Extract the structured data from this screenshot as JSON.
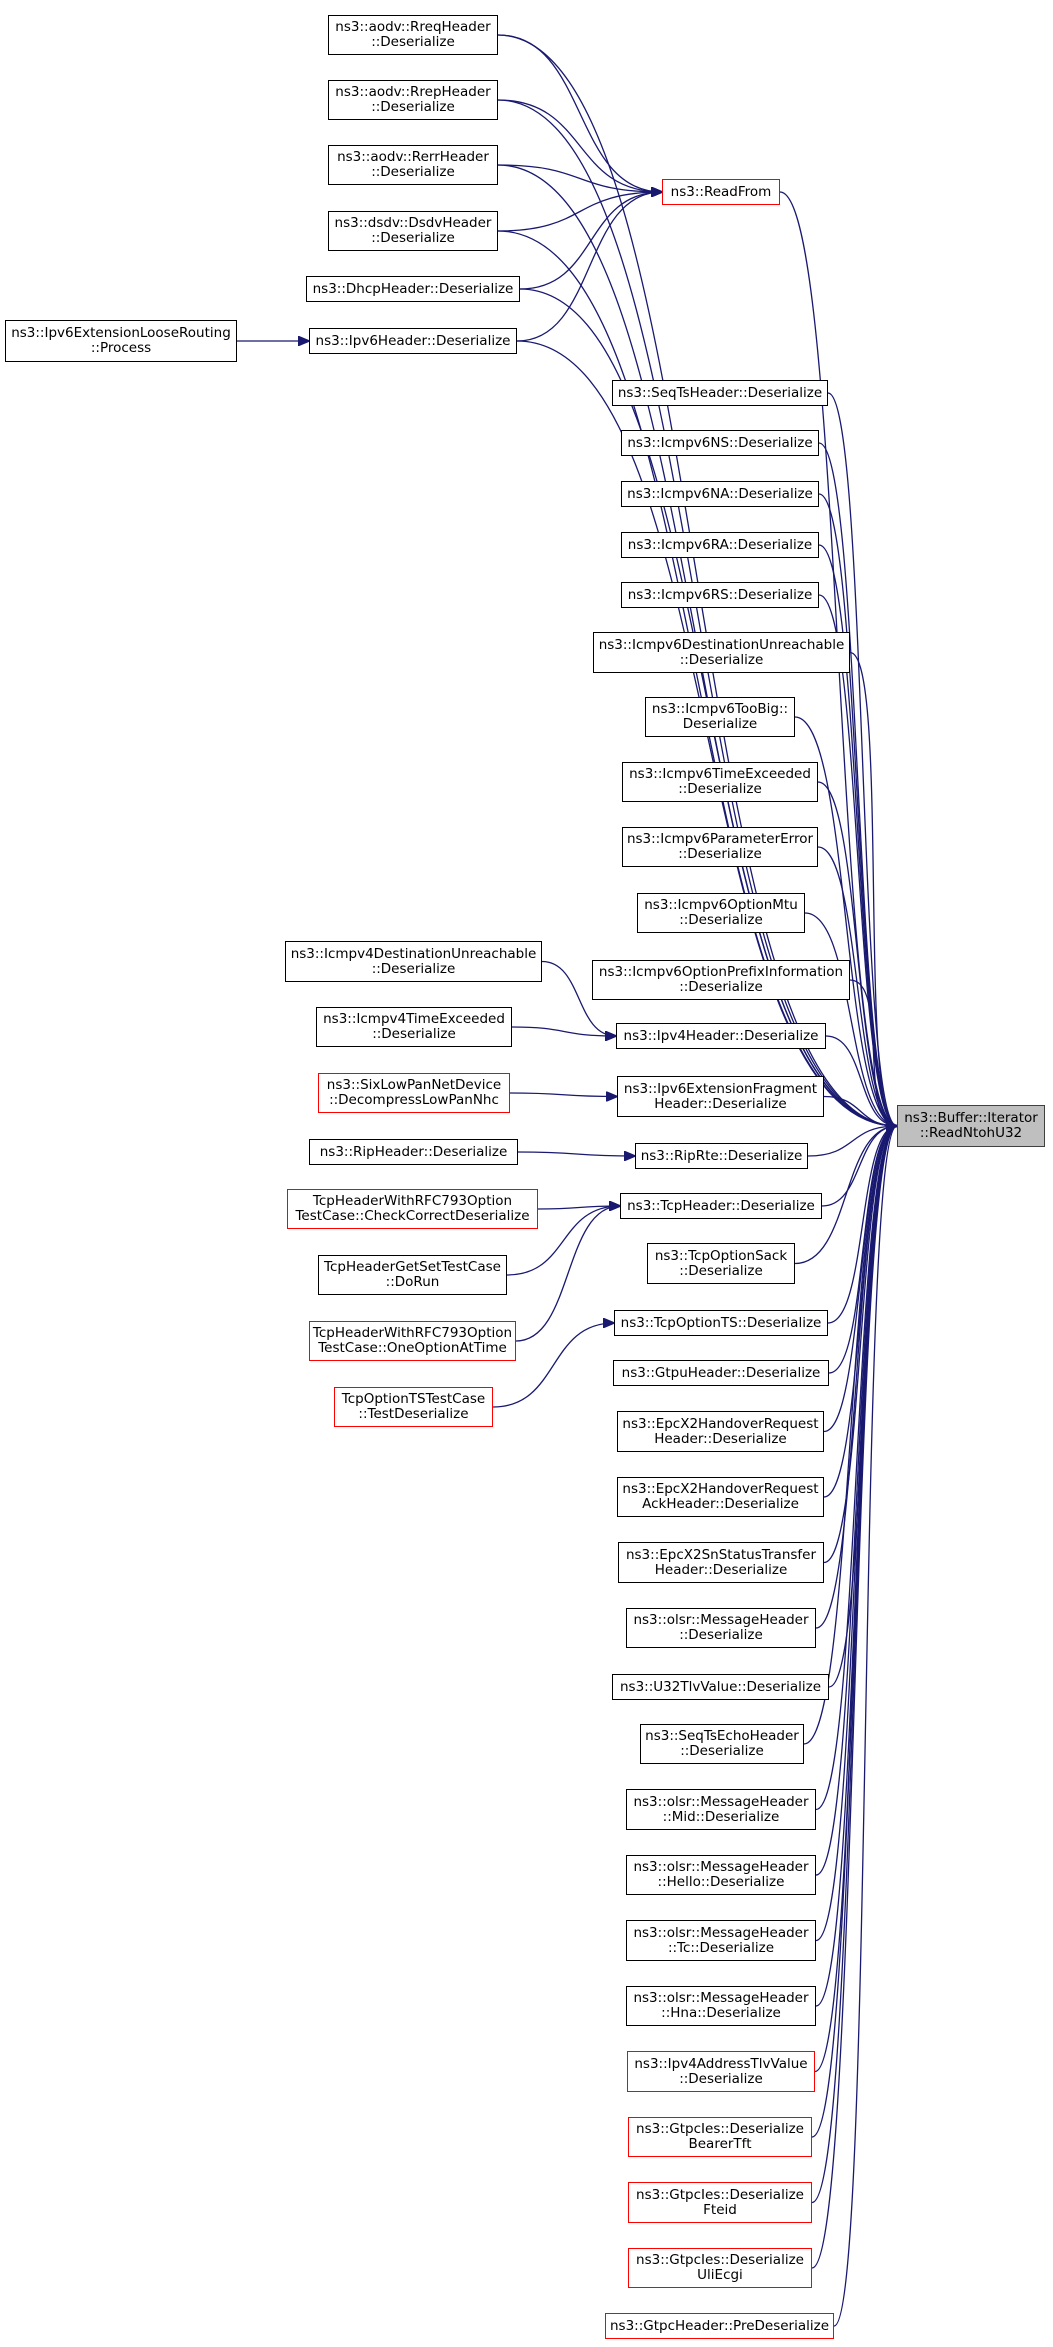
{
  "colors": {
    "edge": "#191970",
    "node_border": "#000000",
    "node_border_incomplete": "#ff0000",
    "target_fill": "#bfbfbf",
    "target_border": "#404040"
  },
  "target": {
    "id": "readntohu32",
    "label": "ns3::Buffer::Iterator\n::ReadNtohU32"
  },
  "nodes": [
    {
      "id": "aodv-rreq",
      "label": "ns3::aodv::RreqHeader\n::Deserialize",
      "incomplete": false
    },
    {
      "id": "aodv-rrep",
      "label": "ns3::aodv::RrepHeader\n::Deserialize",
      "incomplete": false
    },
    {
      "id": "aodv-rerr",
      "label": "ns3::aodv::RerrHeader\n::Deserialize",
      "incomplete": false
    },
    {
      "id": "readfrom",
      "label": "ns3::ReadFrom",
      "incomplete": true
    },
    {
      "id": "dsdv",
      "label": "ns3::dsdv::DsdvHeader\n::Deserialize",
      "incomplete": false
    },
    {
      "id": "dhcp",
      "label": "ns3::DhcpHeader::Deserialize",
      "incomplete": false
    },
    {
      "id": "ipv6-ext-loose",
      "label": "ns3::Ipv6ExtensionLooseRouting\n::Process",
      "incomplete": false
    },
    {
      "id": "ipv6-header",
      "label": "ns3::Ipv6Header::Deserialize",
      "incomplete": false
    },
    {
      "id": "seqts",
      "label": "ns3::SeqTsHeader::Deserialize",
      "incomplete": false
    },
    {
      "id": "icmpv6ns",
      "label": "ns3::Icmpv6NS::Deserialize",
      "incomplete": false
    },
    {
      "id": "icmpv6na",
      "label": "ns3::Icmpv6NA::Deserialize",
      "incomplete": false
    },
    {
      "id": "icmpv6ra",
      "label": "ns3::Icmpv6RA::Deserialize",
      "incomplete": false
    },
    {
      "id": "icmpv6rs",
      "label": "ns3::Icmpv6RS::Deserialize",
      "incomplete": false
    },
    {
      "id": "icmpv6-dest-unreach",
      "label": "ns3::Icmpv6DestinationUnreachable\n::Deserialize",
      "incomplete": false
    },
    {
      "id": "icmpv6-toobig",
      "label": "ns3::Icmpv6TooBig::\nDeserialize",
      "incomplete": false
    },
    {
      "id": "icmpv6-time-exceeded",
      "label": "ns3::Icmpv6TimeExceeded\n::Deserialize",
      "incomplete": false
    },
    {
      "id": "icmpv6-param-error",
      "label": "ns3::Icmpv6ParameterError\n::Deserialize",
      "incomplete": false
    },
    {
      "id": "icmpv6-option-mtu",
      "label": "ns3::Icmpv6OptionMtu\n::Deserialize",
      "incomplete": false
    },
    {
      "id": "icmpv4-dest-unreach",
      "label": "ns3::Icmpv4DestinationUnreachable\n::Deserialize",
      "incomplete": false
    },
    {
      "id": "icmpv6-option-prefix",
      "label": "ns3::Icmpv6OptionPrefixInformation\n::Deserialize",
      "incomplete": false
    },
    {
      "id": "icmpv4-time-exceeded",
      "label": "ns3::Icmpv4TimeExceeded\n::Deserialize",
      "incomplete": false
    },
    {
      "id": "ipv4-header",
      "label": "ns3::Ipv4Header::Deserialize",
      "incomplete": false
    },
    {
      "id": "sixlowpan",
      "label": "ns3::SixLowPanNetDevice\n::DecompressLowPanNhc",
      "incomplete": true
    },
    {
      "id": "ipv6-ext-frag",
      "label": "ns3::Ipv6ExtensionFragment\nHeader::Deserialize",
      "incomplete": false
    },
    {
      "id": "rip-header",
      "label": "ns3::RipHeader::Deserialize",
      "incomplete": false
    },
    {
      "id": "rip-rte",
      "label": "ns3::RipRte::Deserialize",
      "incomplete": false
    },
    {
      "id": "tcp-rfc793-check",
      "label": "TcpHeaderWithRFC793Option\nTestCase::CheckCorrectDeserialize",
      "incomplete": true
    },
    {
      "id": "tcp-header",
      "label": "ns3::TcpHeader::Deserialize",
      "incomplete": false
    },
    {
      "id": "tcp-getset",
      "label": "TcpHeaderGetSetTestCase\n::DoRun",
      "incomplete": false
    },
    {
      "id": "tcp-option-sack",
      "label": "ns3::TcpOptionSack\n::Deserialize",
      "incomplete": false
    },
    {
      "id": "tcp-rfc793-one",
      "label": "TcpHeaderWithRFC793Option\nTestCase::OneOptionAtTime",
      "incomplete": true
    },
    {
      "id": "tcp-option-ts",
      "label": "ns3::TcpOptionTS::Deserialize",
      "incomplete": false
    },
    {
      "id": "tcp-option-ts-test",
      "label": "TcpOptionTSTestCase\n::TestDeserialize",
      "incomplete": true
    },
    {
      "id": "gtpu",
      "label": "ns3::GtpuHeader::Deserialize",
      "incomplete": false
    },
    {
      "id": "epc-ho-req",
      "label": "ns3::EpcX2HandoverRequest\nHeader::Deserialize",
      "incomplete": false
    },
    {
      "id": "epc-ho-req-ack",
      "label": "ns3::EpcX2HandoverRequest\nAckHeader::Deserialize",
      "incomplete": false
    },
    {
      "id": "epc-sn-status",
      "label": "ns3::EpcX2SnStatusTransfer\nHeader::Deserialize",
      "incomplete": false
    },
    {
      "id": "olsr-msg",
      "label": "ns3::olsr::MessageHeader\n::Deserialize",
      "incomplete": false
    },
    {
      "id": "u32tlv",
      "label": "ns3::U32TlvValue::Deserialize",
      "incomplete": false
    },
    {
      "id": "seqts-echo",
      "label": "ns3::SeqTsEchoHeader\n::Deserialize",
      "incomplete": false
    },
    {
      "id": "olsr-mid",
      "label": "ns3::olsr::MessageHeader\n::Mid::Deserialize",
      "incomplete": false
    },
    {
      "id": "olsr-hello",
      "label": "ns3::olsr::MessageHeader\n::Hello::Deserialize",
      "incomplete": false
    },
    {
      "id": "olsr-tc",
      "label": "ns3::olsr::MessageHeader\n::Tc::Deserialize",
      "incomplete": false
    },
    {
      "id": "olsr-hna",
      "label": "ns3::olsr::MessageHeader\n::Hna::Deserialize",
      "incomplete": false
    },
    {
      "id": "ipv4-addr-tlv",
      "label": "ns3::Ipv4AddressTlvValue\n::Deserialize",
      "incomplete": true
    },
    {
      "id": "gtpc-bearer-tft",
      "label": "ns3::GtpcIes::Deserialize\nBearerTft",
      "incomplete": true
    },
    {
      "id": "gtpc-fteid",
      "label": "ns3::GtpcIes::Deserialize\nFteid",
      "incomplete": true
    },
    {
      "id": "gtpc-uli",
      "label": "ns3::GtpcIes::Deserialize\nUliEcgi",
      "incomplete": true
    },
    {
      "id": "gtpc-pre",
      "label": "ns3::GtpcHeader::PreDeserialize",
      "incomplete": true
    }
  ],
  "edges": [
    [
      "aodv-rreq",
      "readntohu32"
    ],
    [
      "aodv-rreq",
      "readfrom"
    ],
    [
      "aodv-rrep",
      "readntohu32"
    ],
    [
      "aodv-rrep",
      "readfrom"
    ],
    [
      "aodv-rerr",
      "readntohu32"
    ],
    [
      "aodv-rerr",
      "readfrom"
    ],
    [
      "dsdv",
      "readntohu32"
    ],
    [
      "dsdv",
      "readfrom"
    ],
    [
      "dhcp",
      "readntohu32"
    ],
    [
      "dhcp",
      "readfrom"
    ],
    [
      "ipv6-header",
      "readntohu32"
    ],
    [
      "ipv6-header",
      "readfrom"
    ],
    [
      "ipv6-ext-loose",
      "ipv6-header"
    ],
    [
      "readfrom",
      "readntohu32"
    ],
    [
      "seqts",
      "readntohu32"
    ],
    [
      "icmpv6ns",
      "readntohu32"
    ],
    [
      "icmpv6na",
      "readntohu32"
    ],
    [
      "icmpv6ra",
      "readntohu32"
    ],
    [
      "icmpv6rs",
      "readntohu32"
    ],
    [
      "icmpv6-dest-unreach",
      "readntohu32"
    ],
    [
      "icmpv6-toobig",
      "readntohu32"
    ],
    [
      "icmpv6-time-exceeded",
      "readntohu32"
    ],
    [
      "icmpv6-param-error",
      "readntohu32"
    ],
    [
      "icmpv6-option-mtu",
      "readntohu32"
    ],
    [
      "icmpv6-option-prefix",
      "readntohu32"
    ],
    [
      "icmpv4-dest-unreach",
      "ipv4-header"
    ],
    [
      "icmpv4-time-exceeded",
      "ipv4-header"
    ],
    [
      "ipv4-header",
      "readntohu32"
    ],
    [
      "sixlowpan",
      "ipv6-ext-frag"
    ],
    [
      "ipv6-ext-frag",
      "readntohu32"
    ],
    [
      "rip-header",
      "rip-rte"
    ],
    [
      "rip-rte",
      "readntohu32"
    ],
    [
      "tcp-rfc793-check",
      "tcp-header"
    ],
    [
      "tcp-getset",
      "tcp-header"
    ],
    [
      "tcp-rfc793-one",
      "tcp-header"
    ],
    [
      "tcp-header",
      "readntohu32"
    ],
    [
      "tcp-option-sack",
      "readntohu32"
    ],
    [
      "tcp-option-ts-test",
      "tcp-option-ts"
    ],
    [
      "tcp-option-ts",
      "readntohu32"
    ],
    [
      "gtpu",
      "readntohu32"
    ],
    [
      "epc-ho-req",
      "readntohu32"
    ],
    [
      "epc-ho-req-ack",
      "readntohu32"
    ],
    [
      "epc-sn-status",
      "readntohu32"
    ],
    [
      "olsr-msg",
      "readntohu32"
    ],
    [
      "u32tlv",
      "readntohu32"
    ],
    [
      "seqts-echo",
      "readntohu32"
    ],
    [
      "olsr-mid",
      "readntohu32"
    ],
    [
      "olsr-hello",
      "readntohu32"
    ],
    [
      "olsr-tc",
      "readntohu32"
    ],
    [
      "olsr-hna",
      "readntohu32"
    ],
    [
      "ipv4-addr-tlv",
      "readntohu32"
    ],
    [
      "gtpc-bearer-tft",
      "readntohu32"
    ],
    [
      "gtpc-fteid",
      "readntohu32"
    ],
    [
      "gtpc-uli",
      "readntohu32"
    ],
    [
      "gtpc-pre",
      "readntohu32"
    ]
  ]
}
